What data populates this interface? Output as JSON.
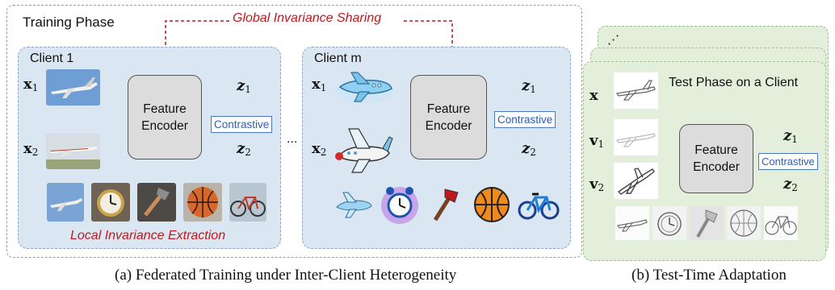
{
  "training": {
    "phase_label": "Training Phase",
    "global_sharing_label": "Global Invariance Sharing",
    "local_extraction_label": "Local Invariance Extraction",
    "ellipsis": "...",
    "client1": {
      "title": "Client 1",
      "encoder_line1": "Feature",
      "encoder_line2": "Encoder",
      "contrastive": "Contrastive",
      "thumbnails": [
        "airplane",
        "alarm-clock",
        "axe",
        "basketball",
        "bicycle"
      ]
    },
    "clientm": {
      "title": "Client m",
      "encoder_line1": "Feature",
      "encoder_line2": "Encoder",
      "contrastive": "Contrastive",
      "thumbnails": [
        "airplane",
        "alarm-clock",
        "axe",
        "basketball",
        "bicycle"
      ]
    }
  },
  "math": {
    "x": "x",
    "v": "v",
    "z": "z",
    "sub1": "1",
    "sub2": "2"
  },
  "test": {
    "stack_dots": "⋰",
    "title": "Test Phase on a Client",
    "encoder_line1": "Feature",
    "encoder_line2": "Encoder",
    "contrastive": "Contrastive",
    "thumbnails": [
      "airplane",
      "alarm-clock",
      "axe",
      "basketball",
      "bicycle"
    ]
  },
  "captions": {
    "a": "(a) Federated Training under Inter-Client Heterogeneity",
    "b": "(b) Test-Time Adaptation"
  }
}
